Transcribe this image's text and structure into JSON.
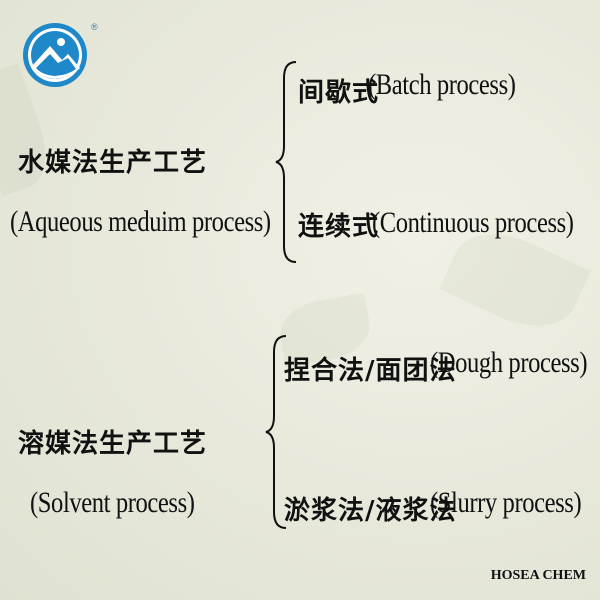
{
  "logo": {
    "registered_mark": "®"
  },
  "group1": {
    "title_cn": "水媒法生产工艺",
    "title_en": "(Aqueous meduim process)",
    "item1_cn": "间歇式",
    "item1_en": "(Batch process)",
    "item2_cn": "连续式",
    "item2_en": "(Continuous process)"
  },
  "group2": {
    "title_cn": "溶媒法生产工艺",
    "title_en": "(Solvent process)",
    "item1_cn": "捏合法/面团法",
    "item1_en": "(Dough process)",
    "item2_cn": "淤浆法/液浆法",
    "item2_en": "(Slurry process)"
  },
  "footer": {
    "brand": "HOSEA CHEM"
  }
}
